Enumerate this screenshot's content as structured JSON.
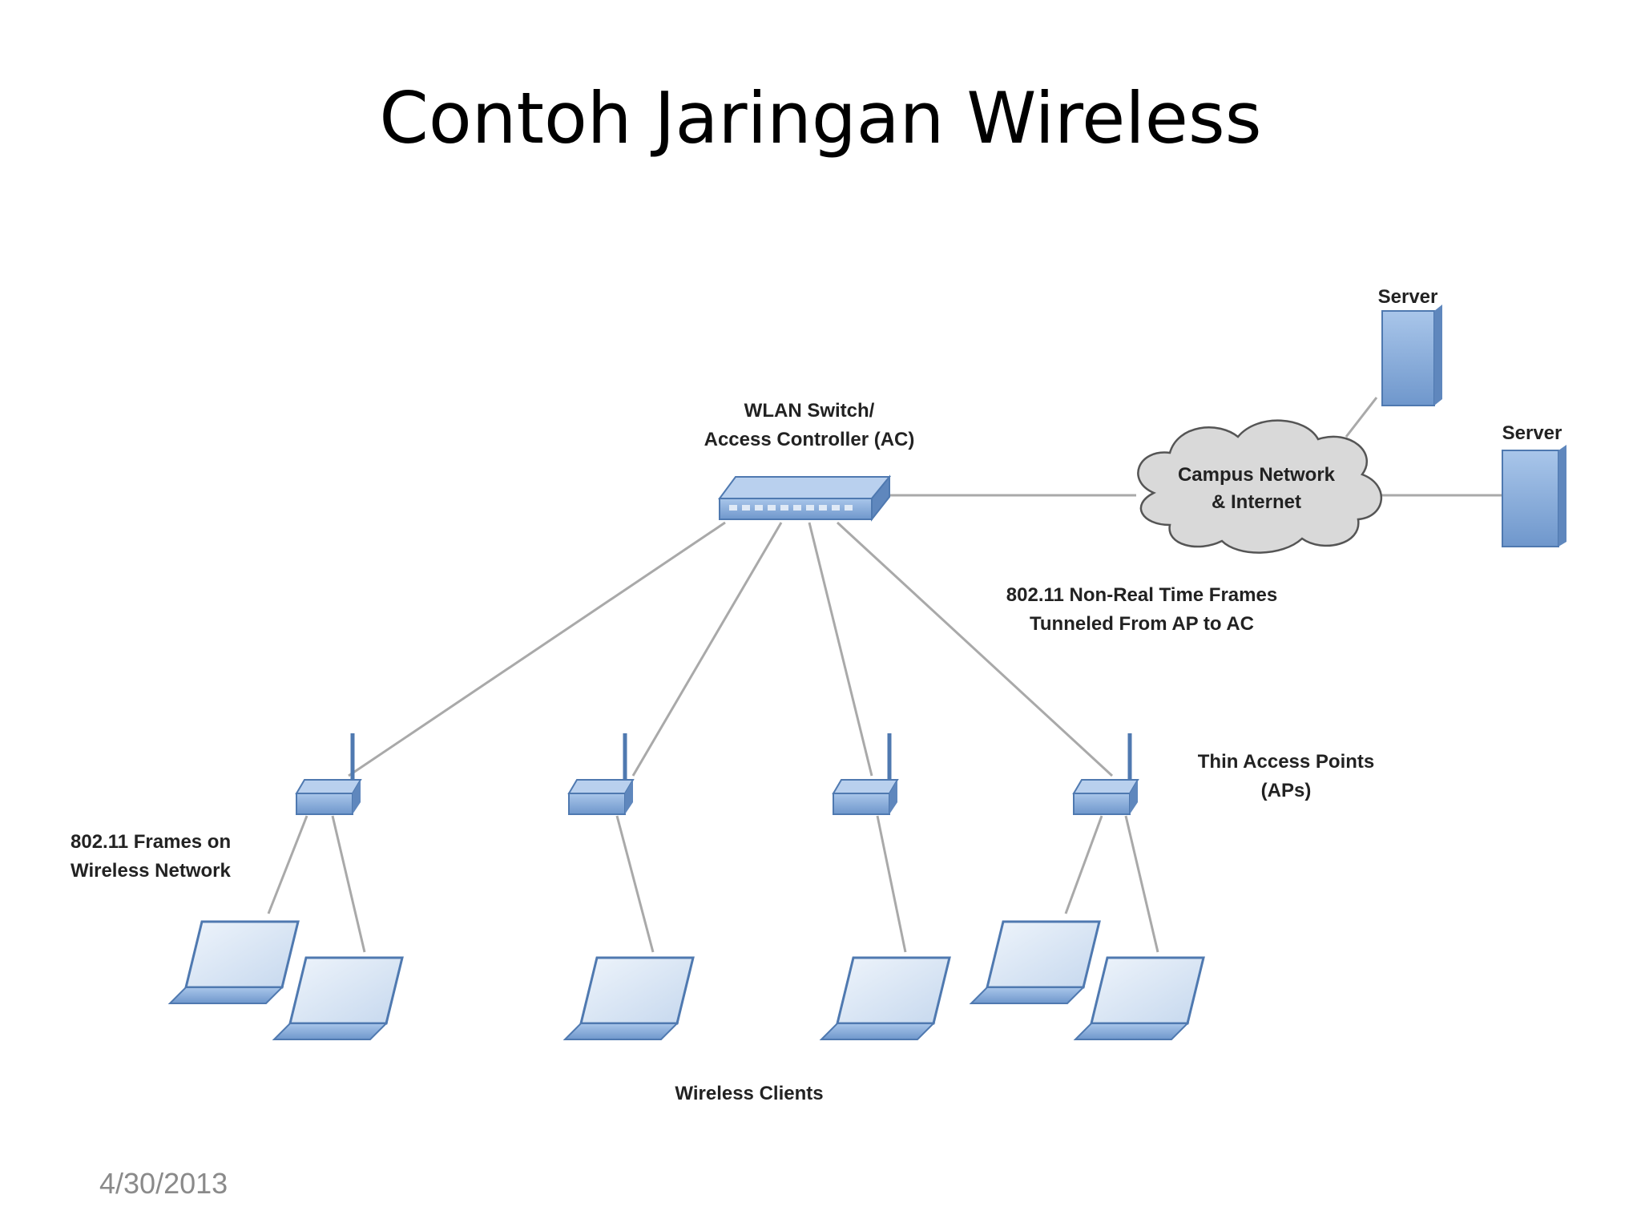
{
  "slide": {
    "title": "Contoh Jaringan Wireless",
    "date": "4/30/2013"
  },
  "diagram": {
    "nodes": {
      "switch_label_line1": "WLAN Switch/",
      "switch_label_line2": "Access Controller (AC)",
      "cloud_label_line1": "Campus Network",
      "cloud_label_line2": "& Internet",
      "server_top_label": "Server",
      "server_right_label": "Server",
      "ap_label_line1": "Thin Access Points",
      "ap_label_line2": "(APs)",
      "clients_label": "Wireless Clients"
    },
    "annotations": {
      "tunnel_line1": "802.11 Non-Real Time Frames",
      "tunnel_line2": "Tunneled From AP to AC",
      "wireless_line1": "802.11 Frames on",
      "wireless_line2": "Wireless Network"
    }
  },
  "colors": {
    "device_fill": "#7fa6d6",
    "device_stroke": "#4f79b0",
    "link": "#a9a9a9",
    "cloud_fill": "#d9d9d9"
  }
}
